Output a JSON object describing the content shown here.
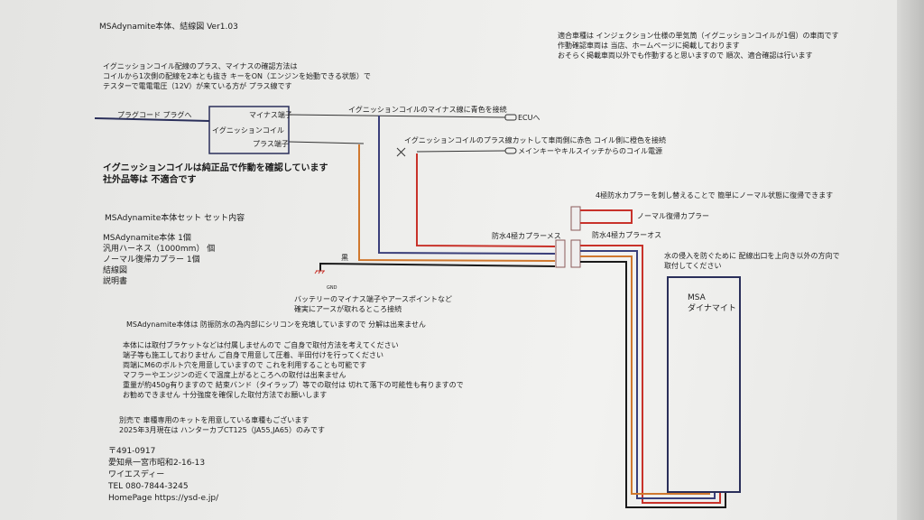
{
  "title": "MSAdynamite本体、結線図 Ver1.03",
  "compat_notes": [
    "適合車種は インジェクション仕様の単気筒（イグニッションコイルが1個）の車両です",
    "作動確認車両は 当店、ホームページに掲載しております",
    "おそらく掲載車両以外でも作動すると思いますので 順次、適合確認は行います"
  ],
  "check_method": [
    "イグニッションコイル配線のプラス、マイナスの確認方法は",
    "コイルから1次側の配線を2本とも抜き キーをON（エンジンを始動できる状態）で",
    "テスターで電電電圧（12V）が来ている方が プラス線です"
  ],
  "coil": {
    "label": "イグニッションコイル",
    "minus": "マイナス端子",
    "plus": "プラス端子",
    "plug": "プラグコード プラグへ"
  },
  "coil_note": [
    "イグニッションコイルは純正品で作動を確認しています",
    "社外品等は 不適合です"
  ],
  "wires": {
    "minus_note": "イグニッションコイルのマイナス線に青色を接続",
    "ecu": "ECUへ",
    "plus_note": "イグニッションコイルのプラス線カットして車両側に赤色 コイル側に橙色を接続",
    "power": "メインキーやキルスイッチからのコイル電源",
    "black": "黒",
    "gnd": "GND",
    "gnd_note": [
      "バッテリーのマイナス端子やアースポイントなど",
      "確実にアースが取れるところ接続"
    ]
  },
  "couplers": {
    "swap_note": "4極防水カプラーを刺し替えることで 簡単にノーマル状態に復帰できます",
    "normal": "ノーマル復帰カプラー",
    "female": "防水4極カプラーメス",
    "male": "防水4極カプラーオス",
    "water_note": [
      "水の侵入を防ぐために 配線出口を上向き以外の方向で",
      "取付してください"
    ]
  },
  "unit": {
    "line1": "MSA",
    "line2": "ダイナマイト"
  },
  "set": {
    "heading": "MSAdynamite本体セット セット内容",
    "items": [
      "MSAdynamite本体 1個",
      "汎用ハーネス（1000mm） 個",
      "ノーマル復帰カプラー 1個",
      "結線図",
      "説明書"
    ]
  },
  "notes": {
    "sealed": "MSAdynamite本体は 防振防水の為内部にシリコンを充填していますので 分解は出来ません",
    "mount": [
      "本体には取付ブラケットなどは付属しませんので ご自身で取付方法を考えてください",
      "端子等も施工しておりません ご自身で用意して圧着、半田付けを行ってください",
      "両端にM6のボルト穴を用意していますので これを利用することも可能です",
      "マフラーやエンジンの近くで温度上がるところへの取付は出来ません",
      "重量が約450g有りますので 結束バンド（タイラップ）等での取付は 切れて落下の可能性も有りますので",
      "お勧めできません 十分強度を確保した取付方法でお願いします"
    ],
    "kit": [
      "別売で 車種専用のキットを用意している車種もございます",
      "2025年3月現在は ハンターカブCT125（JA55,JA65）のみです"
    ]
  },
  "contact": [
    "〒491-0917",
    "愛知県一宮市昭和2-16-13",
    "ワイエスディー",
    "TEL 080-7844-3245",
    "HomePage https://ysd-e.jp/"
  ],
  "colors": {
    "red": "#c8322a",
    "blue": "#3a3f7a",
    "orange": "#d0782e",
    "black": "#1a1a1a"
  }
}
